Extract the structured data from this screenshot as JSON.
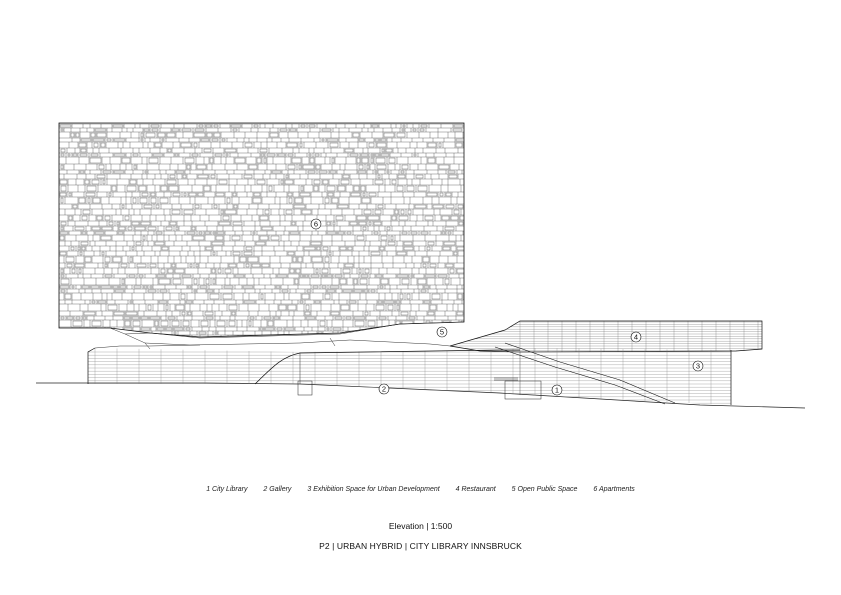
{
  "markers": [
    "1",
    "2",
    "3",
    "4",
    "5",
    "6"
  ],
  "legend": [
    "1 City Library",
    "2 Gallery",
    "3 Exhibition Space for Urban Development",
    "4 Restaurant",
    "5 Open Public Space",
    "6 Apartments"
  ],
  "scale_label": "Elevation | 1:500",
  "project_title": "P2 | URBAN HYBRID | CITY LIBRARY INNSBRUCK"
}
